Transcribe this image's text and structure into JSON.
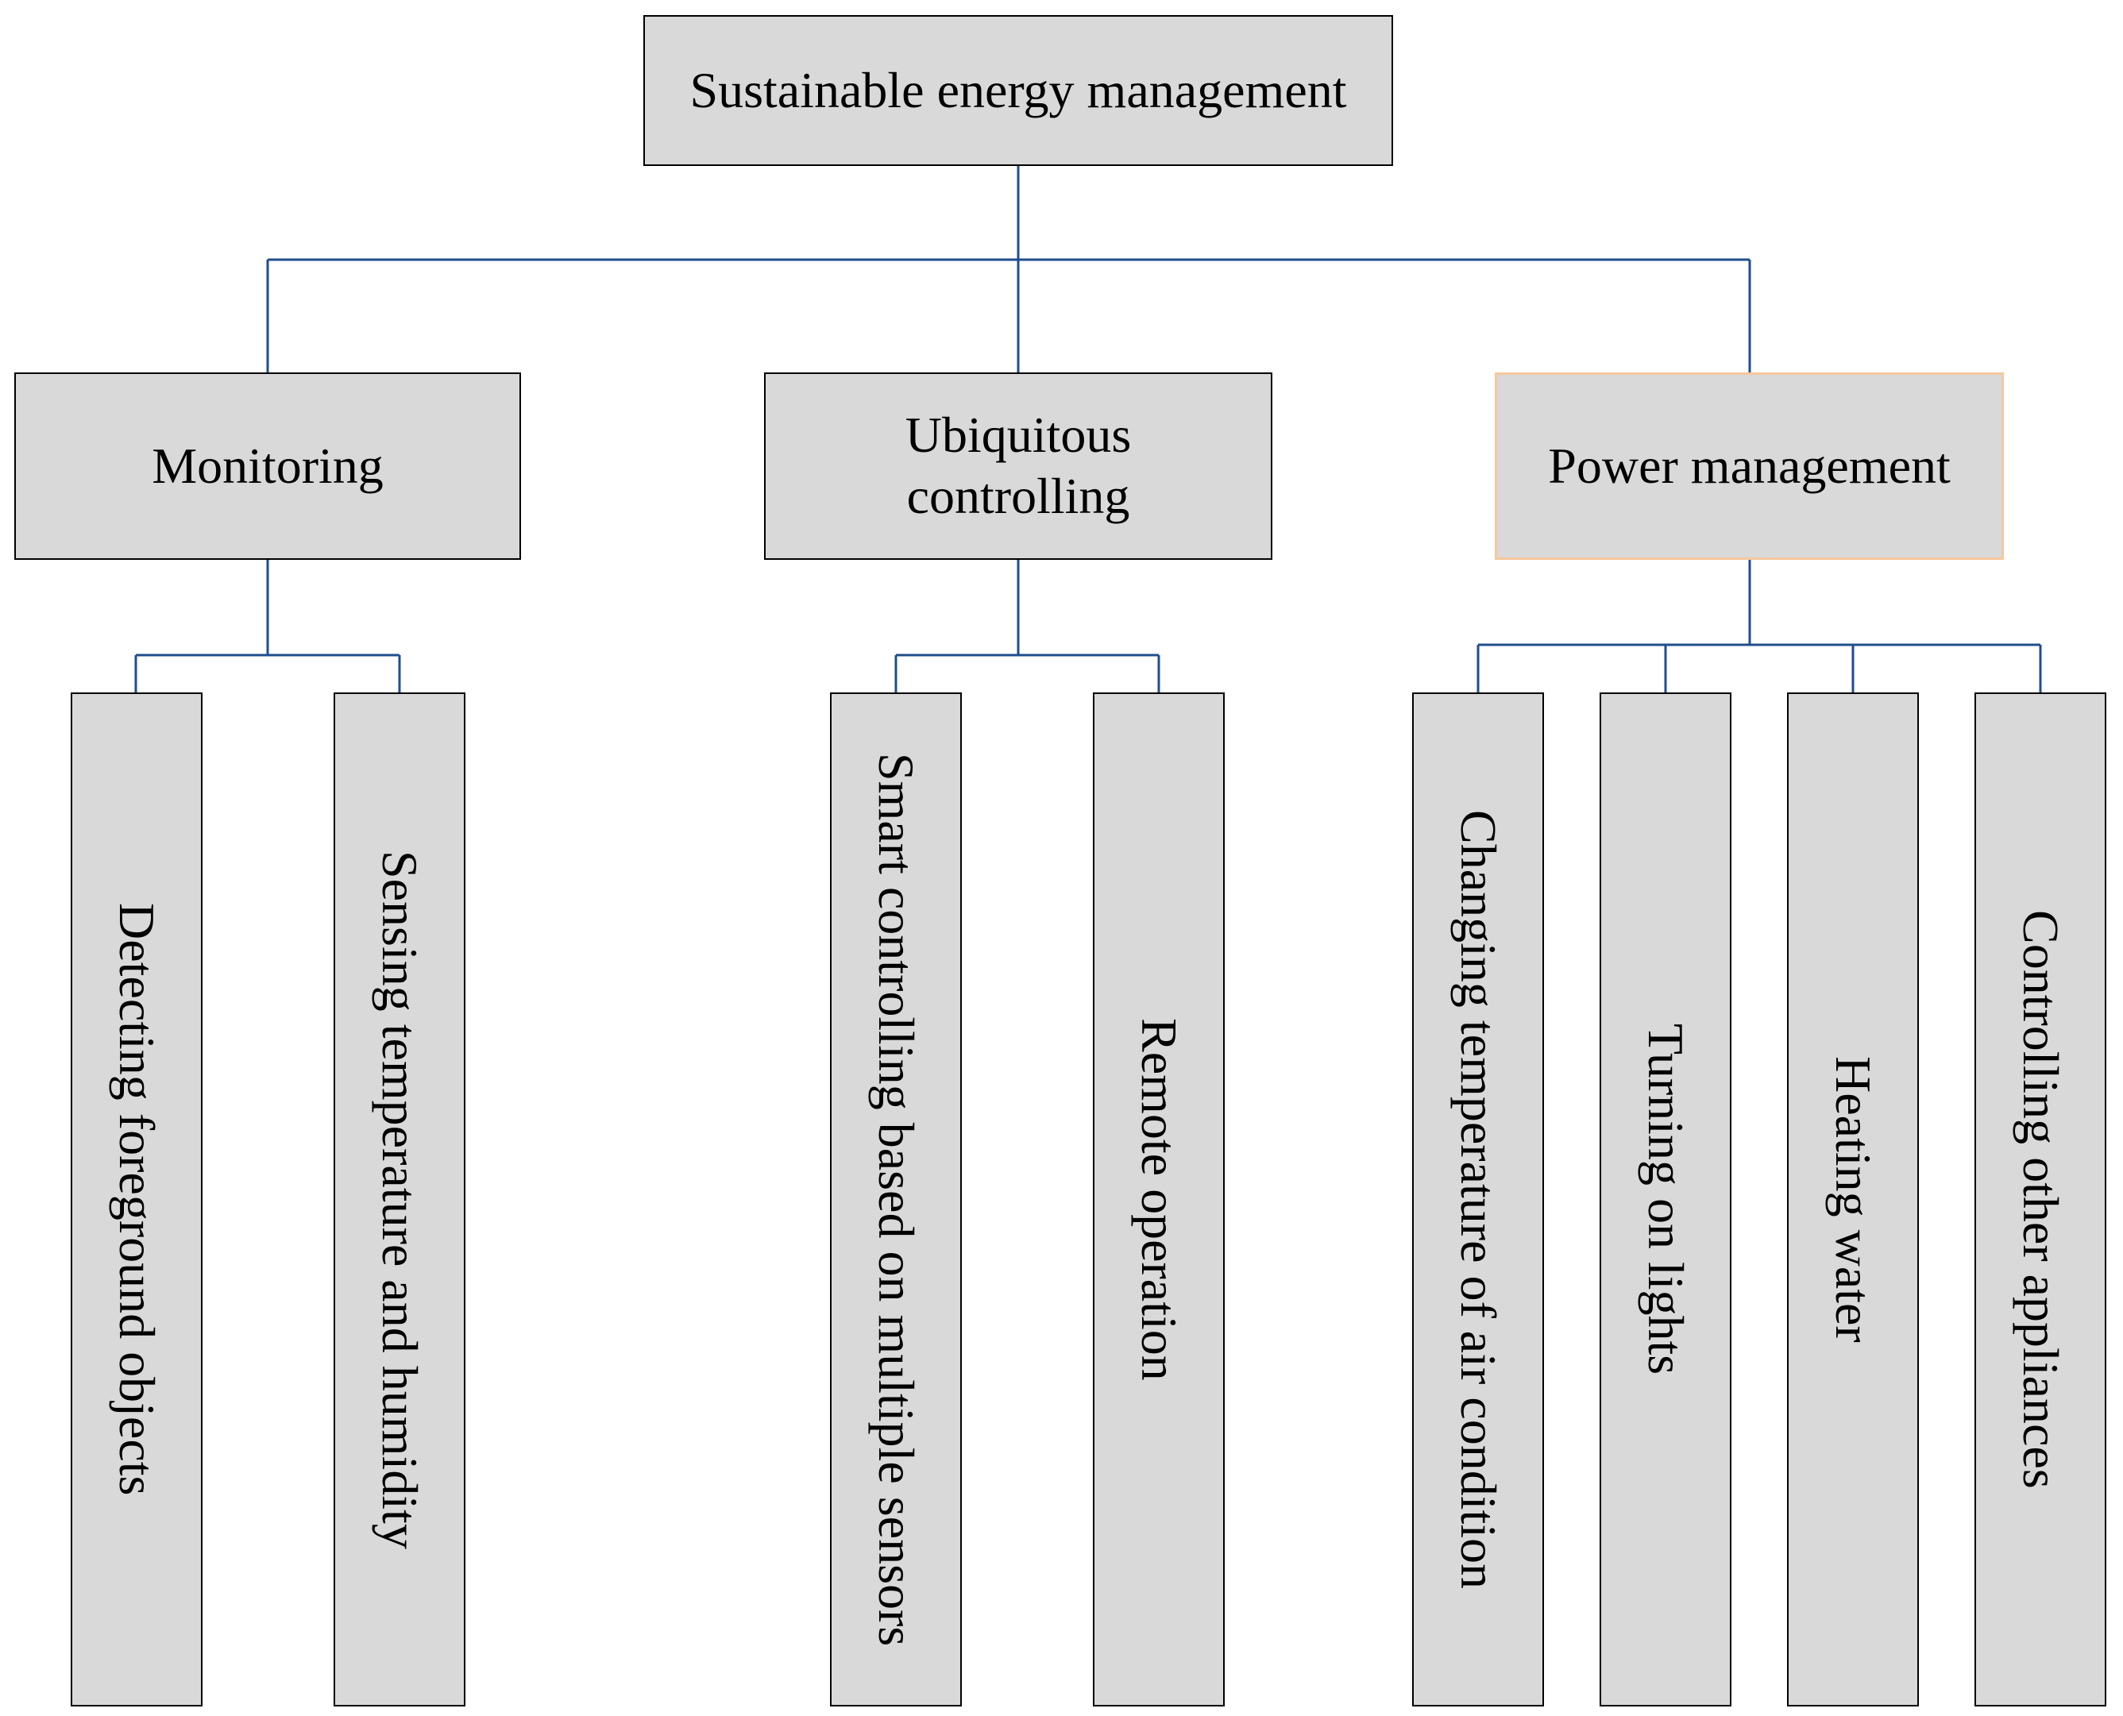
{
  "diagram": {
    "root": {
      "label": "Sustainable energy management"
    },
    "categories": [
      {
        "label": "Monitoring",
        "children": [
          "Detecting foreground objects",
          "Sensing temperature and humidity"
        ]
      },
      {
        "label": "Ubiquitous controlling",
        "children": [
          "Smart controlling based on multiple sensors",
          "Remote operation"
        ]
      },
      {
        "label": "Power management",
        "children": [
          "Changing temperature of air condition",
          "Turning on lights",
          "Heating water",
          "Controlling other appliances"
        ]
      }
    ]
  },
  "colors": {
    "box_fill": "#d9d9d9",
    "box_border": "#000000",
    "connector": "#1f4e8c",
    "highlight_border": "#f6c79b"
  }
}
